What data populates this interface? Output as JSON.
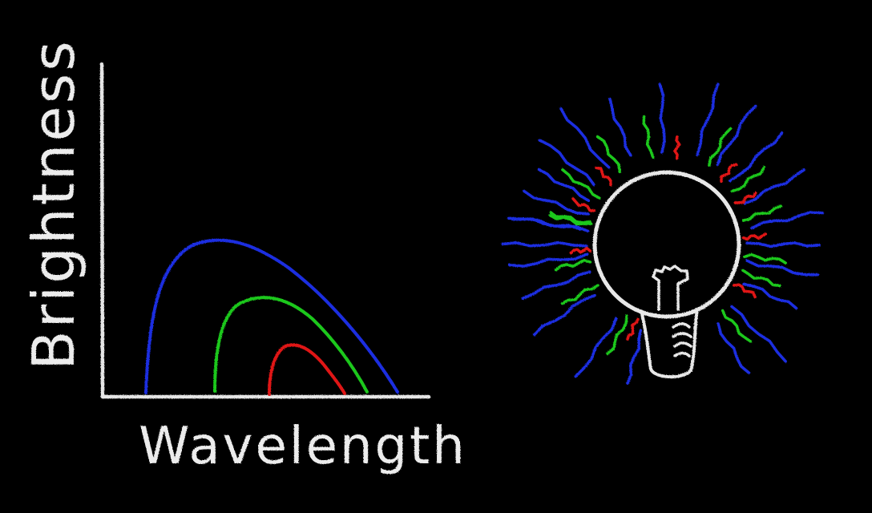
{
  "graph": {
    "y_axis_label": "Brightness",
    "x_axis_label": "Wavelength"
  },
  "chalk_color": "#e8e8e8",
  "background_color": "#000000",
  "curve_colors": {
    "blue": "#1a2ee0",
    "green": "#1ec81e",
    "red": "#e01818"
  },
  "bulb": {
    "icon": "light-bulb-icon",
    "ray_colors": [
      "blue",
      "green",
      "red"
    ]
  }
}
